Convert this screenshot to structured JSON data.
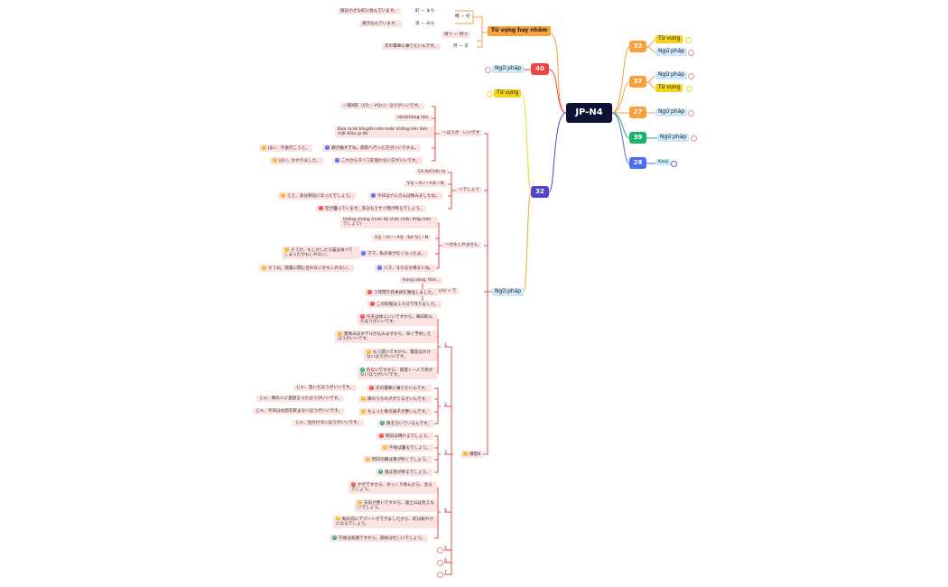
{
  "root": "JP-N4",
  "hubs": {
    "h33": "33",
    "h37": "37",
    "h27": "27",
    "h39": "39",
    "h28": "28",
    "h32": "32",
    "h40": "40"
  },
  "right": {
    "tu_vung_33": "Từ vựng",
    "ngu_phap_33": "Ngữ pháp",
    "ngu_phap_37": "Ngữ pháp",
    "tu_vung_37": "Từ vựng",
    "ngu_phap_27": "Ngữ pháp",
    "ngu_phap_39": "Ngữ pháp",
    "kanji_28": "Kanji"
  },
  "vocab": {
    "title": "Từ vựng hay nhầm",
    "g1": "緒 ー 初",
    "s1": "彼は小さな町に住んでいます。",
    "s1k": "町 ー まち",
    "s2": "道が込んでいます。",
    "s2k": "道 ー みち",
    "g2": "待つ ー 待つ",
    "s3": "次の電車に乗りたいんです。",
    "s3k": "月 ー 次"
  },
  "left40": "Ngữ pháp",
  "branch32": {
    "tu_vung": "Từ vựng",
    "ngu_phap": "Ngữ pháp"
  },
  "g_hou": {
    "label": "〜ほうが　いいです",
    "a": "一辞N形（Vた・Vない）ほうがいいです。",
    "b": "nên/không nên",
    "c": "Đưa ra lời khuyên nên hoặc không nên làm một điều gì đó",
    "ex1": "頭が痛すぎね。病院へ行った方がいいですよ。",
    "ex1a": "はい、午後行こうと。",
    "ex2": "これからタバコを吸わない方がいいです。",
    "ex2a": "はい、わかりました。"
  },
  "g_deshou": {
    "label": "〜でしょう",
    "a": "Có lẽ/Chắc là",
    "b": "Vる・Aい・Aな・N",
    "ex1": "今日はナムさんは休みましたね。",
    "ex1a": "ええ、多分病気になったでしょう。",
    "ex2": "空が曇っています。多分もうすぐ雨が降るでしょう。"
  },
  "g_kamo": {
    "label": "〜かもしれません",
    "a": "không chừng (mức độ chắc chắn thấp hơn でしょう)",
    "b": "Vる・Aい・Aな（bỏ な）・N",
    "ex1": "ママ、私の食がなくなったよ。",
    "ex1a": "そうか。もしかしたら猫は食べてしまったかもしれない。",
    "ex2": "バス、なかなか来ないね。",
    "ex2a": "そうね。授業に間に合わないかもしれない。"
  },
  "g_de": {
    "label": "lượng từ + で",
    "a": "trong vòng, tầm...",
    "ex1": "３年間で日本語を勉強しました。",
    "ex2": "この料理は１０分で作りました。"
  },
  "practice": {
    "label": "練習B",
    "n1": "1",
    "n2": "2",
    "n3": "3",
    "n4": "4",
    "n5": "5",
    "n6": "6",
    "n7": "7",
    "p1a": "今天は体にいいですから、毎日飲んだほうがいいです。",
    "p1b": "夏休みはホテルが込みますから、早く予約したほうがいいです。",
    "p1c": "もう遅いですから、電話はかけないほうがいいです。",
    "p1d": "危ないですから、夜遅く一人で歩かないほうがいいです。",
    "p2a": "次の電車に乗りたいんです。",
    "p2aa": "じゃ、急いだほうがいいです。",
    "p2b": "隣のうちの犬がうるさいんです。",
    "p2ba": "じゃ、隣の人に直接言ったほうがいいです。",
    "p2c": "ちょっと胃の調子が悪いんです。",
    "p2ca": "じゃ、今日はお酒を飲まないほうがいいです。",
    "p2d": "風をひいているんです。",
    "p2da": "じゃ、出かけないほうがいいです。",
    "p3a": "明日は晴れるでしょう。",
    "p3b": "午後は曇るでしょう。",
    "p3c": "明日の朝は風が吹くでしょう。",
    "p3d": "夜は雪が降るでしょう。",
    "p4a": "かぜですから、ゆっくり休んだら、治るでしょう。",
    "p4b": "天気が悪いですから、富士山は見えないでしょう。",
    "p4c": "駅の前にデパートができましたから、町は賑やかになるでしょう。",
    "p4d": "午後は会議ですから、部長は忙しいでしょう。"
  },
  "colors": {
    "root": "#0c1333",
    "h33": "#f7a03d",
    "h37": "#f7a03d",
    "h27": "#f7a03d",
    "h39": "#19b36b",
    "h28": "#4a6cf7",
    "h32": "#5048c9",
    "h40": "#ef4444"
  }
}
